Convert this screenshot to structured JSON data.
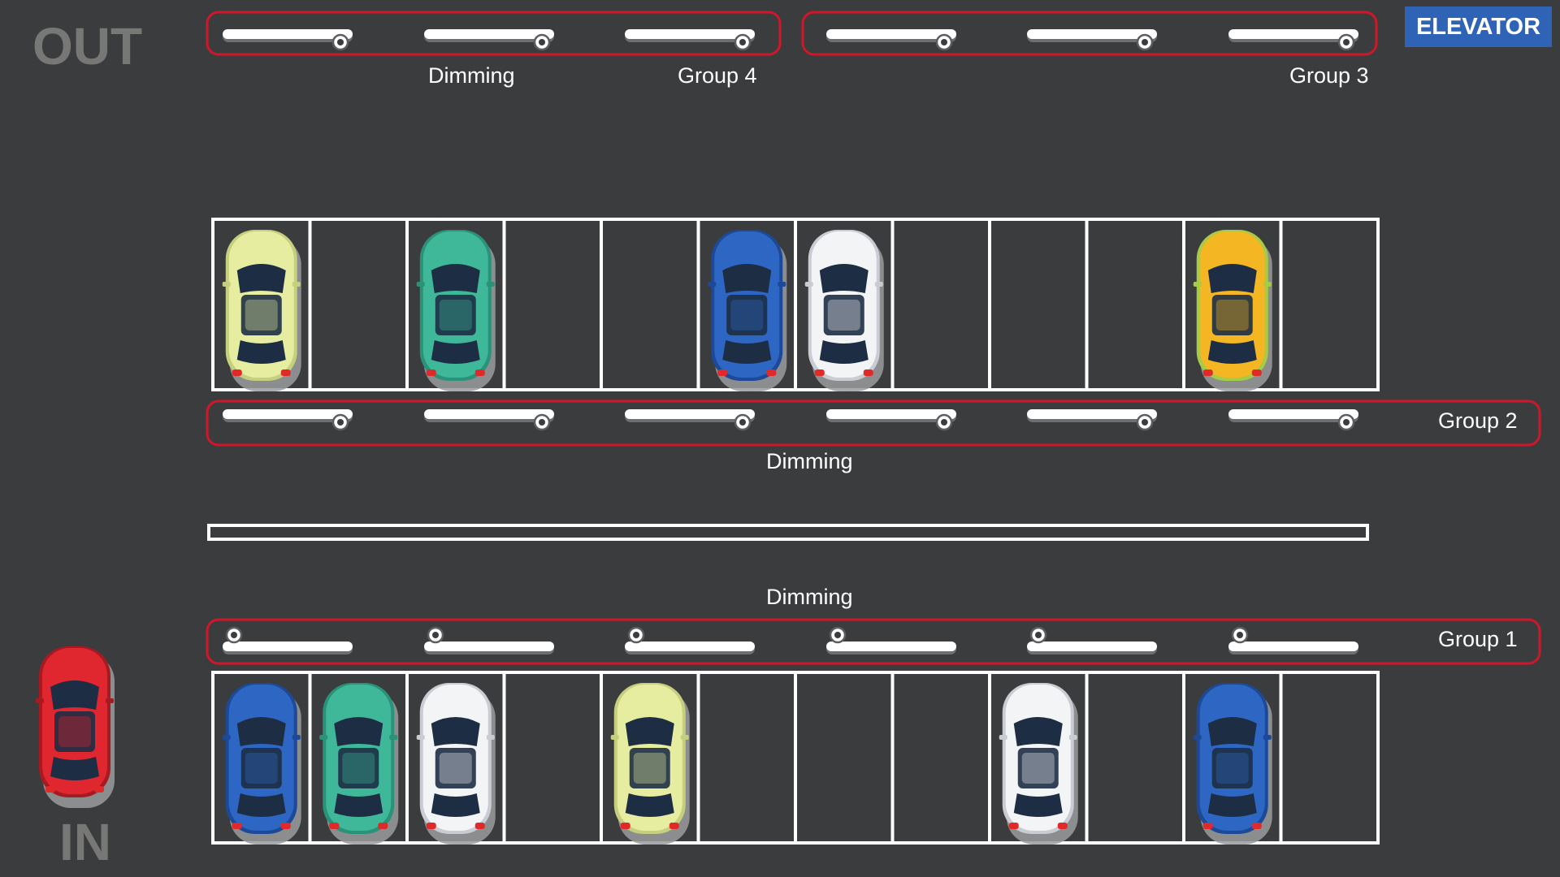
{
  "labels": {
    "out": "OUT",
    "in": "IN",
    "elevator": "ELEVATOR",
    "top_left_dimming": "Dimming",
    "group_4": "Group 4",
    "group_3": "Group 3",
    "group_2": "Group 2",
    "middle_dimming": "Dimming",
    "lower_dimming": "Dimming",
    "group_1": "Group 1"
  },
  "colors": {
    "background": "#3b3c3e",
    "group_outline": "#d0172a",
    "parking_lines": "#ffffff",
    "elevator": "#2f63b6",
    "muted_text": "#777776"
  },
  "light_groups": [
    {
      "name": "Group 4",
      "fixtures": 3
    },
    {
      "name": "Group 3",
      "fixtures": 3
    },
    {
      "name": "Group 2",
      "fixtures": 6
    },
    {
      "name": "Group 1",
      "fixtures": 6
    }
  ],
  "parking_rows": [
    {
      "row": "upper",
      "spaces": [
        "yellow",
        "empty",
        "teal",
        "empty",
        "empty",
        "blue",
        "white",
        "empty",
        "empty",
        "empty",
        "orange",
        "empty"
      ]
    },
    {
      "row": "lower",
      "spaces": [
        "blue",
        "teal",
        "white",
        "empty",
        "yellow",
        "empty",
        "empty",
        "empty",
        "white",
        "empty",
        "blue",
        "empty"
      ]
    }
  ],
  "entering_car": "red"
}
